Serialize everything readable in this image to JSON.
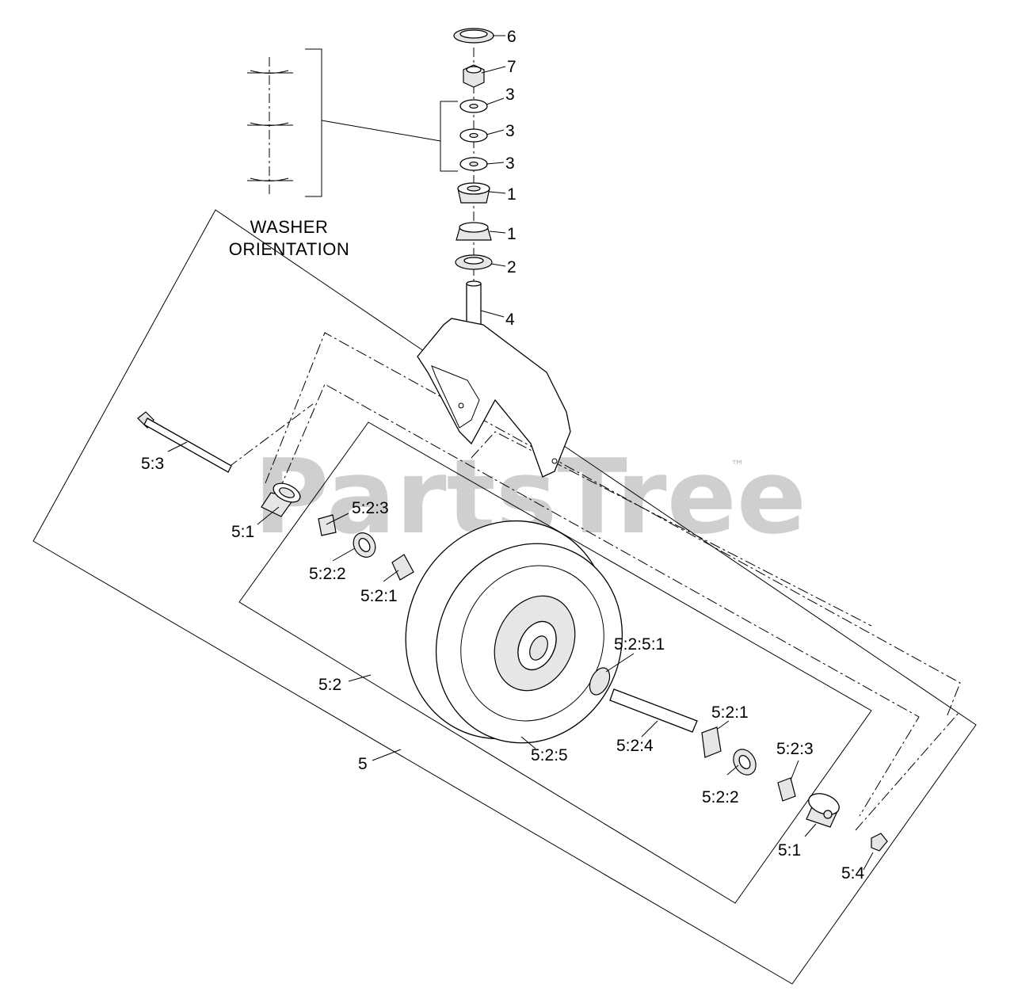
{
  "watermark": {
    "brand": "PartsTree",
    "trademark": "™"
  },
  "caption": {
    "line1": "WASHER",
    "line2": "ORIENTATION"
  },
  "callouts": {
    "c6": "6",
    "c7": "7",
    "c3a": "3",
    "c3b": "3",
    "c3c": "3",
    "c1a": "1",
    "c1b": "1",
    "c2": "2",
    "c4": "4",
    "c53": "5:3",
    "c51_left": "5:1",
    "c523_left": "5:2:3",
    "c522_left": "5:2:2",
    "c521_left": "5:2:1",
    "c5251": "5:2:5:1",
    "c52": "5:2",
    "c5": "5",
    "c525": "5:2:5",
    "c524": "5:2:4",
    "c521_right": "5:2:1",
    "c523_right": "5:2:3",
    "c522_right": "5:2:2",
    "c51_right": "5:1",
    "c54": "5:4"
  }
}
